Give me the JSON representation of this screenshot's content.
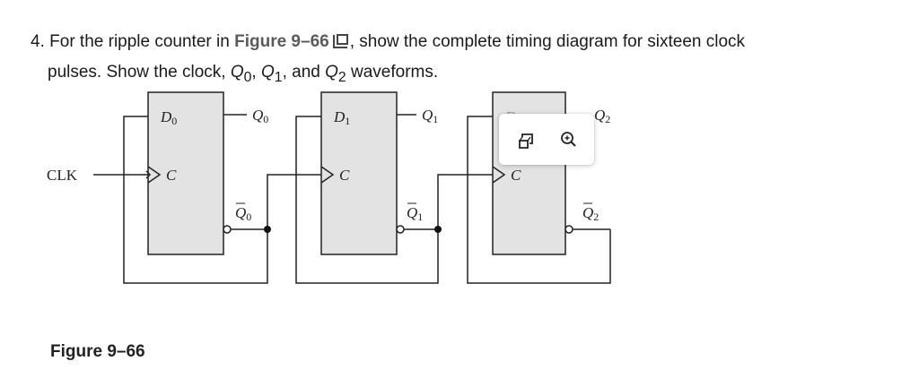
{
  "question": {
    "number": "4.",
    "text_before_link": "For the ripple counter in ",
    "figure_link": "Figure 9–66",
    "text_after_link": ", show the complete timing diagram for sixteen clock",
    "line2_text": "pulses. Show the clock, ",
    "line2_sep1": ", ",
    "line2_sep2": ", and ",
    "line2_end": " waveforms."
  },
  "signals": {
    "q": "Q",
    "sub0": "0",
    "sub1": "1",
    "sub2": "2"
  },
  "diagram": {
    "clk_label": "CLK",
    "clock_input_label": "C",
    "d_letter": "D",
    "q_letter": "Q",
    "subscripts": [
      "0",
      "1",
      "2"
    ]
  },
  "caption": "Figure 9–66",
  "image_toolbar": {
    "buttons": [
      "expand-image",
      "zoom-in"
    ]
  }
}
